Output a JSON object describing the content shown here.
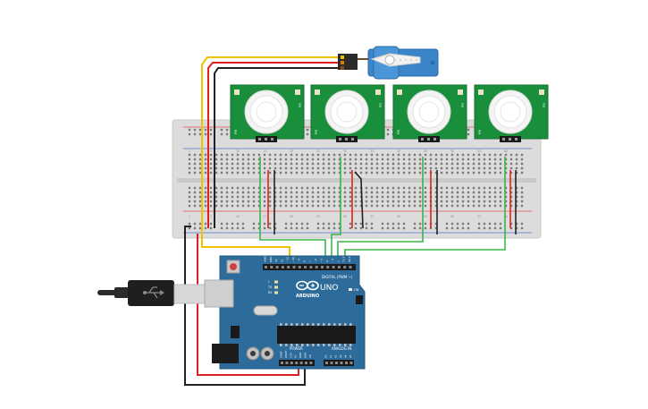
{
  "board": {
    "brand": "ARDUINO",
    "model": "UNO",
    "header_digital": "DIGITAL (PWM ~)",
    "header_power": "POWER",
    "header_analog": "ANALOG IN",
    "pins_digital": [
      "AREF",
      "GND",
      "13",
      "12",
      "~11",
      "~10",
      "~9",
      "8",
      "7",
      "~6",
      "~5",
      "4",
      "~3",
      "2",
      "TX 1",
      "RX 0"
    ],
    "pins_power": [
      "IOREF",
      "RESET",
      "3.3V",
      "5V",
      "GND",
      "GND",
      "Vin"
    ],
    "pins_analog": [
      "A0",
      "A1",
      "A2",
      "A3",
      "A4",
      "A5"
    ],
    "led_labels": [
      "L",
      "TX",
      "RX"
    ],
    "on_label": "ON"
  },
  "breadboard": {
    "col_labels": [
      "1",
      "5",
      "10",
      "15",
      "20",
      "25",
      "30",
      "35",
      "40",
      "45",
      "50",
      "55",
      "60"
    ]
  },
  "pir_sensors": [
    {
      "pins": [
        "VCC",
        "OUT",
        "GND"
      ],
      "label": "PIR"
    },
    {
      "pins": [
        "VCC",
        "OUT",
        "GND"
      ],
      "label": "PIR"
    },
    {
      "pins": [
        "VCC",
        "OUT",
        "GND"
      ],
      "label": "PIR"
    },
    {
      "pins": [
        "VCC",
        "OUT",
        "GND"
      ],
      "label": "PIR"
    }
  ],
  "colors": {
    "board_blue": "#2d6c9a",
    "pir_green": "#1a8f3b",
    "wire_red": "#e02020",
    "wire_black": "#222222",
    "wire_green": "#3ab54a",
    "wire_yellow": "#f2c200",
    "wire_orange": "#e07b00",
    "servo_blue": "#3a86c8"
  }
}
